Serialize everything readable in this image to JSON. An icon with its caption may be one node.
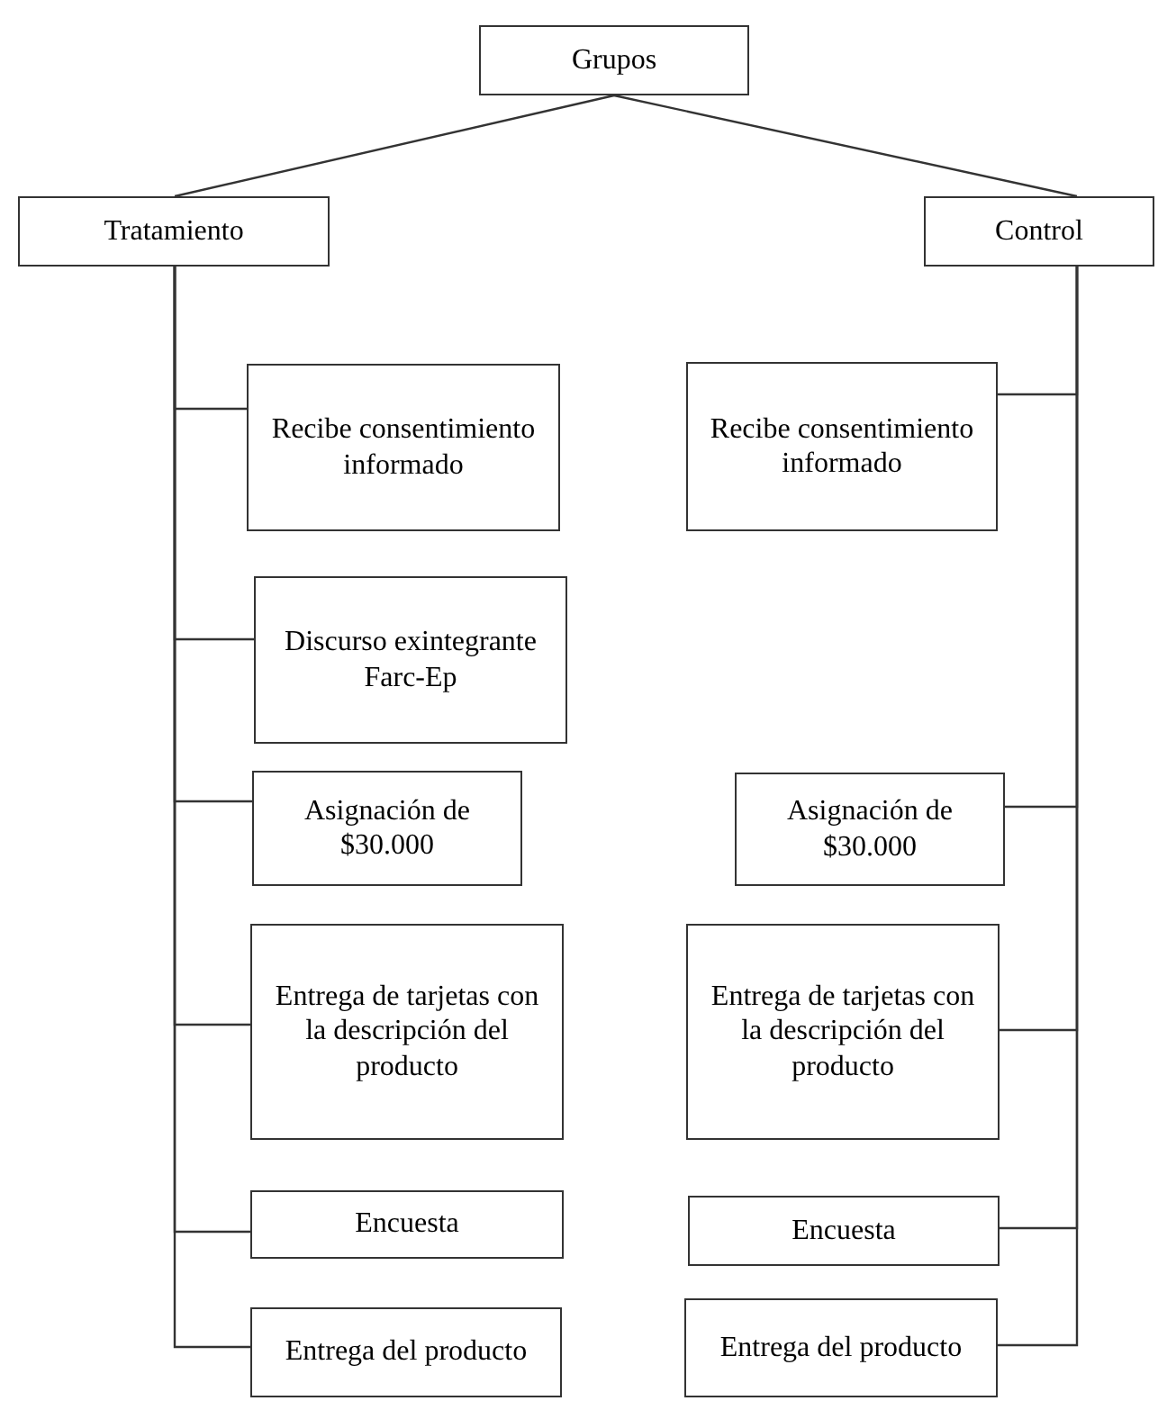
{
  "diagram": {
    "nodes": [
      {
        "text": [
          "Grupos"
        ]
      },
      {
        "text": [
          "Tratamiento"
        ]
      },
      {
        "text": [
          "Control"
        ]
      },
      {
        "text": [
          "Recibe consentimiento informado"
        ]
      },
      {
        "text": [
          "Discurso exintegrante Farc-Ep"
        ]
      },
      {
        "text": [
          "Asignación de $30.000"
        ]
      },
      {
        "text": [
          "Entrega de tarjetas con la descripción del producto"
        ]
      },
      {
        "text": [
          "Encuesta"
        ]
      },
      {
        "text": [
          "Entrega del producto"
        ]
      },
      {
        "text": [
          "Recibe consentimiento informado"
        ]
      },
      {
        "text": [
          "Asignación de $30.000"
        ]
      },
      {
        "text": [
          "Entrega de tarjetas con la descripción del producto"
        ]
      },
      {
        "text": [
          "Encuesta"
        ]
      },
      {
        "text": [
          "Entrega del producto"
        ]
      }
    ],
    "edges": [
      {
        "from": 0,
        "to": 1,
        "arrow": "none"
      },
      {
        "from": 0,
        "to": 2,
        "arrow": "none"
      },
      {
        "from": 1,
        "to": 3,
        "arrow": "none"
      },
      {
        "from": 1,
        "to": 4,
        "arrow": "none"
      },
      {
        "from": 1,
        "to": 5,
        "arrow": "none"
      },
      {
        "from": 1,
        "to": 6,
        "arrow": "none"
      },
      {
        "from": 1,
        "to": 7,
        "arrow": "none"
      },
      {
        "from": 1,
        "to": 8,
        "arrow": "none"
      },
      {
        "from": 2,
        "to": 9,
        "arrow": "none"
      },
      {
        "from": 2,
        "to": 10,
        "arrow": "none"
      },
      {
        "from": 2,
        "to": 11,
        "arrow": "none"
      },
      {
        "from": 2,
        "to": 12,
        "arrow": "none"
      },
      {
        "from": 2,
        "to": 13,
        "arrow": "none"
      }
    ]
  }
}
